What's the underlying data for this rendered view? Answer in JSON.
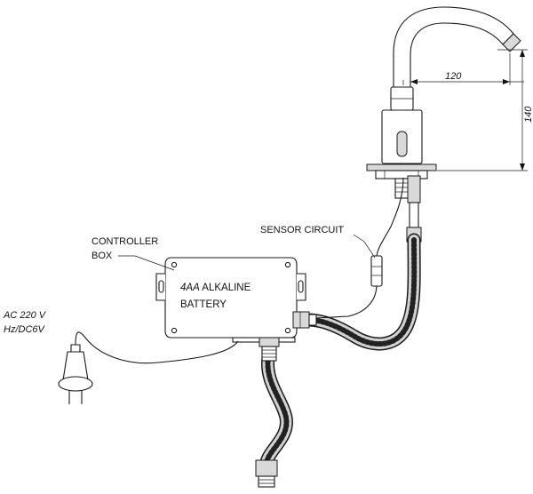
{
  "labels": {
    "controller_box_line1": "CONTROLLER",
    "controller_box_line2": "BOX",
    "battery_line1_a": "4AA",
    "battery_line1_b": " ALKALINE",
    "battery_line2": "BATTERY",
    "sensor_circuit": "SENSOR CIRCUIT",
    "power_line1": "AC 220 V",
    "power_line2": "Hz/DC6V"
  },
  "dimensions": {
    "spout_reach": "120",
    "spout_height": "140"
  }
}
